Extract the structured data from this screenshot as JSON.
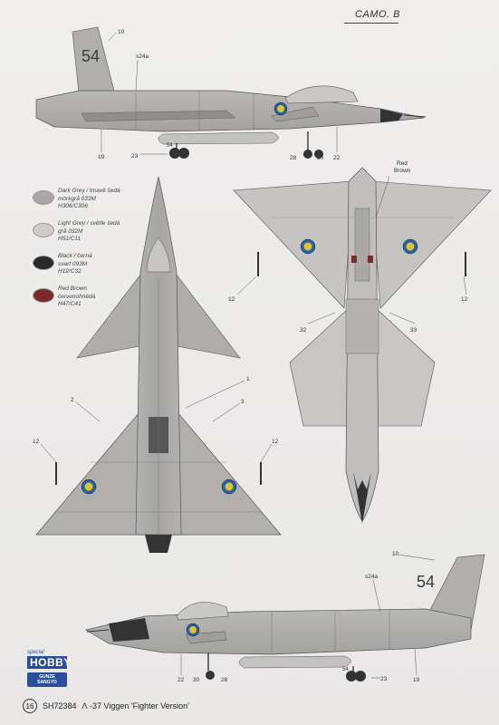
{
  "header": {
    "camo_label": "CAMO. B"
  },
  "legend": [
    {
      "lines": [
        "Dark Grey / tmavě šedá",
        "mörkgrå 033M",
        "H306/C306"
      ],
      "color": "#a9a8a6"
    },
    {
      "lines": [
        "Light Grey / světle šedá",
        "grå 032M",
        "H51/C11"
      ],
      "color": "#cdcccb"
    },
    {
      "lines": [
        "Black / černá",
        "svart 093M",
        "H12/C32"
      ],
      "color": "#2a2a2a"
    },
    {
      "lines": [
        "Red Brown",
        "červenohnědá",
        "H47/C41"
      ],
      "color": "#7a2a2a"
    }
  ],
  "top_side": {
    "tail_code": "54",
    "callouts": {
      "c10": "10",
      "c24a": "s24a",
      "c19": "19",
      "c23": "23",
      "c54": "54",
      "c28": "28",
      "c30": "30",
      "c22": "22"
    }
  },
  "bottom_side": {
    "tail_code": "54",
    "callouts": {
      "c10": "10",
      "c24a": "s24a",
      "c22": "22",
      "c30": "30",
      "c28": "28",
      "c54": "54",
      "c23": "23",
      "c19": "19"
    }
  },
  "plan_view": {
    "callouts": {
      "c1": "1",
      "c2": "2",
      "c3": "3",
      "c12l": "12",
      "c12r": "12"
    }
  },
  "under_view": {
    "callouts": {
      "red_brown_1": "Red",
      "red_brown_2": "Brown",
      "c12l": "12",
      "c12r": "12",
      "c32": "32",
      "c33": "33"
    }
  },
  "brand": {
    "logo_top": "special",
    "logo_main": "HOBBY",
    "logo2_top": "GUNZE",
    "logo2_bottom": "SANGYO"
  },
  "footer": {
    "page": "16",
    "code": "SH72384",
    "title": "Ʌ -37 Viggen 'Fighter Version'"
  }
}
